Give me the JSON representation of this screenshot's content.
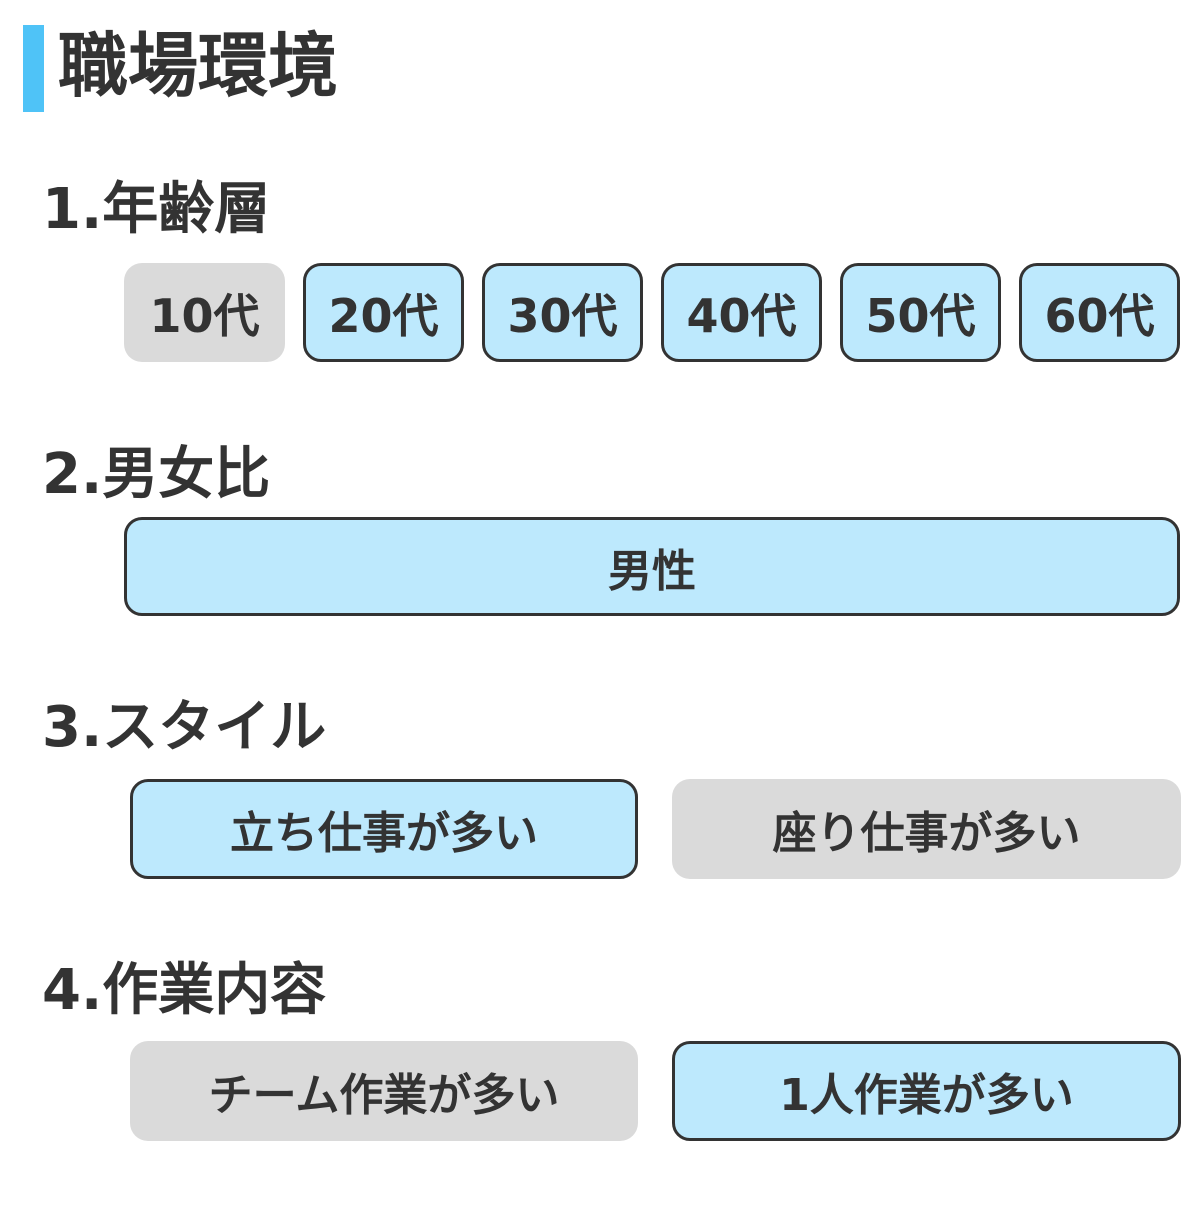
{
  "page_title": "職場環境",
  "sections": [
    {
      "heading": "1.年齢層",
      "options": [
        {
          "label": "10代",
          "selected": false
        },
        {
          "label": "20代",
          "selected": true
        },
        {
          "label": "30代",
          "selected": true
        },
        {
          "label": "40代",
          "selected": true
        },
        {
          "label": "50代",
          "selected": true
        },
        {
          "label": "60代",
          "selected": true
        }
      ]
    },
    {
      "heading": "2.男女比",
      "options": [
        {
          "label": "男性",
          "selected": true
        }
      ]
    },
    {
      "heading": "3.スタイル",
      "options": [
        {
          "label": "立ち仕事が多い",
          "selected": true
        },
        {
          "label": "座り仕事が多い",
          "selected": false
        }
      ]
    },
    {
      "heading": "4.作業内容",
      "options": [
        {
          "label": "チーム作業が多い",
          "selected": false
        },
        {
          "label": "1人作業が多い",
          "selected": true
        }
      ]
    }
  ],
  "colors": {
    "accent": "#4fc3f7",
    "selected_fill": "#bde9fd",
    "unselected_fill": "#dadada",
    "border": "#333333",
    "text": "#333333"
  }
}
